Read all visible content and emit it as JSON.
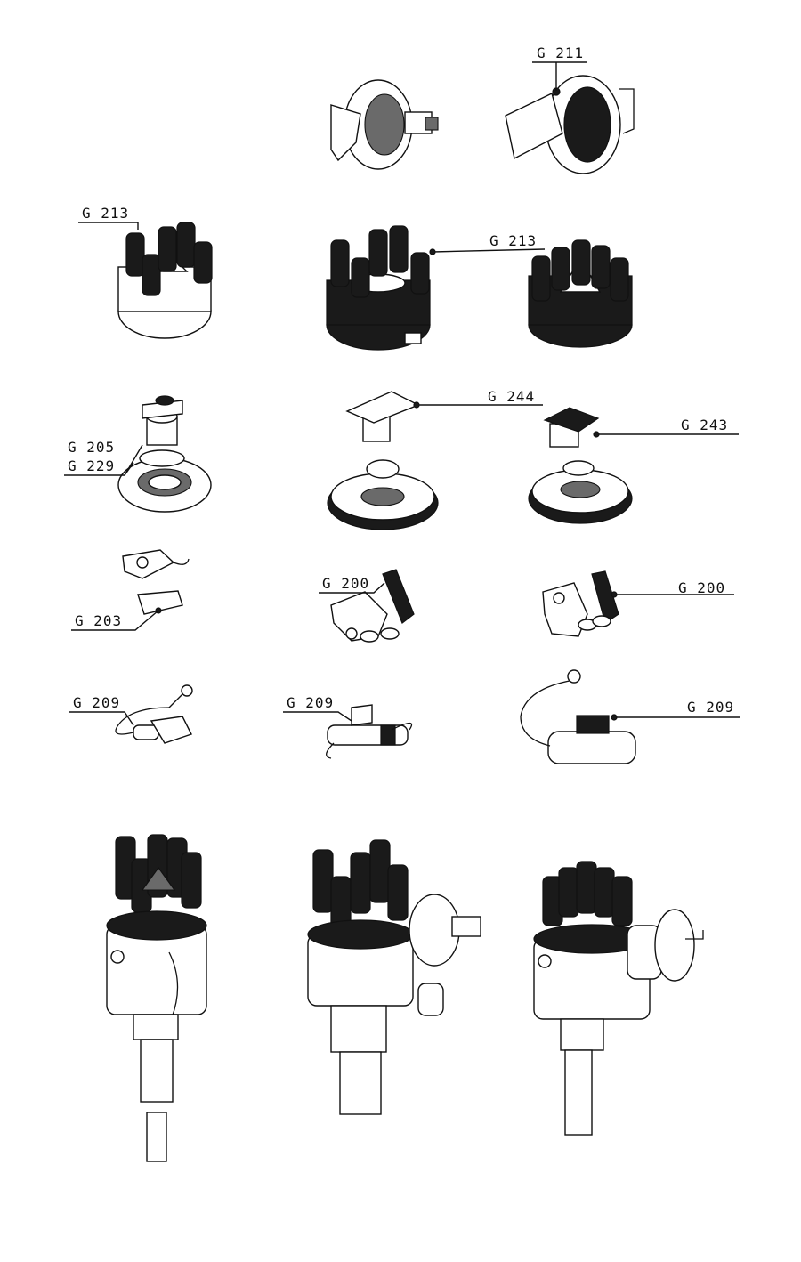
{
  "labels": {
    "g211": "G 211",
    "g213_left": "G 213",
    "g213_center": "G 213",
    "g244": "G 244",
    "g243": "G 243",
    "g205": "G 205",
    "g229": "G 229",
    "g203": "G 203",
    "g200_center": "G 200",
    "g200_right": "G 200",
    "g209_left": "G 209",
    "g209_center": "G 209",
    "g209_right": "G 209"
  }
}
